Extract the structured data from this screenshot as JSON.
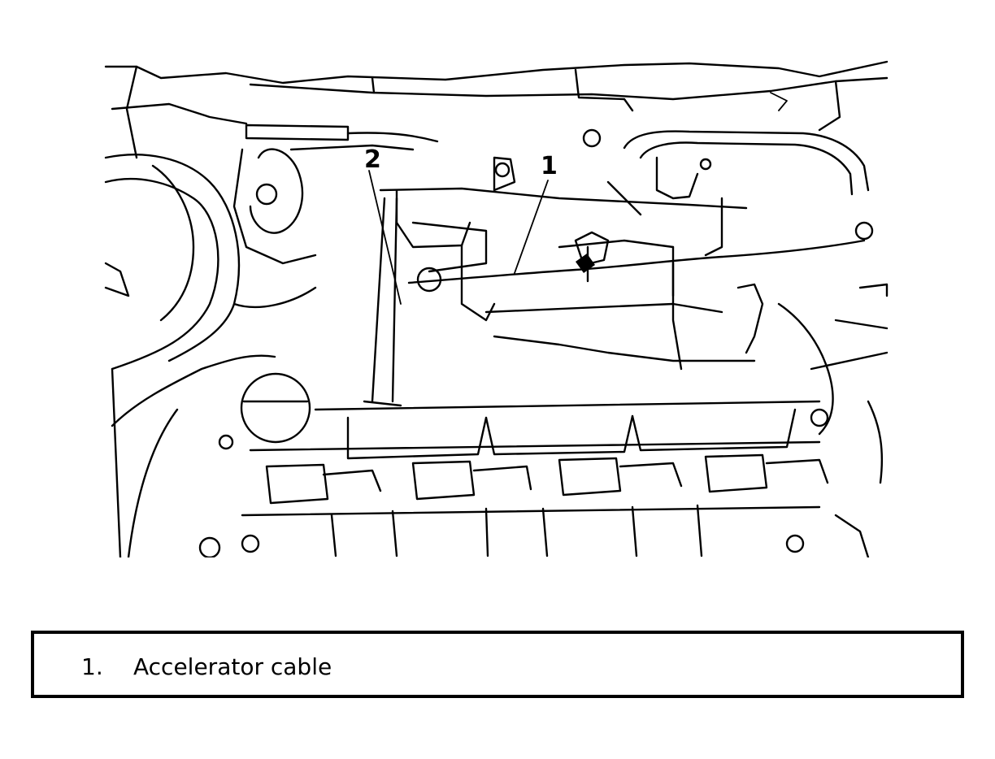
{
  "diagram": {
    "callouts": [
      {
        "id": "callout-1",
        "label": "1"
      },
      {
        "id": "callout-2",
        "label": "2"
      }
    ]
  },
  "legend": {
    "items": [
      {
        "number": "1.",
        "text": "Accelerator cable"
      }
    ]
  }
}
